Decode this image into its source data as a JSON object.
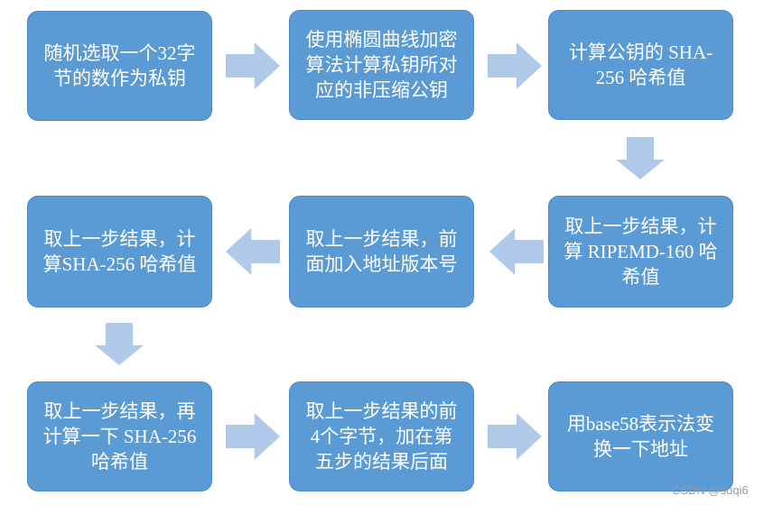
{
  "colors": {
    "page_bg": "#ffffff",
    "box_fill": "#5b9bd5",
    "box_border": "#4a86c5",
    "arrow_fill": "#b1c9e9",
    "text_color": "#ffffff",
    "watermark_color": "#9b9b9b"
  },
  "flowchart": {
    "steps": [
      {
        "text": "随机选取一个32字\n节的数作为私钥"
      },
      {
        "text": "使用椭圆曲线加密\n算法计算私钥所对\n应的非压缩公钥"
      },
      {
        "text": "计算公钥的 SHA-\n256 哈希值"
      },
      {
        "text": "取上一步结果，计\n算 RIPEMD-160 哈\n希值"
      },
      {
        "text": "取上一步结果，前\n面加入地址版本号"
      },
      {
        "text": "取上一步结果，计\n算SHA-256 哈希值"
      },
      {
        "text": "取上一步结果，再\n计算一下 SHA-256\n哈希值"
      },
      {
        "text": "取上一步结果的前\n4个字节，加在第\n五步的结果后面"
      },
      {
        "text": "用base58表示法变\n换一下地址"
      }
    ]
  },
  "watermark": {
    "text": "CSDN @suqi6"
  }
}
